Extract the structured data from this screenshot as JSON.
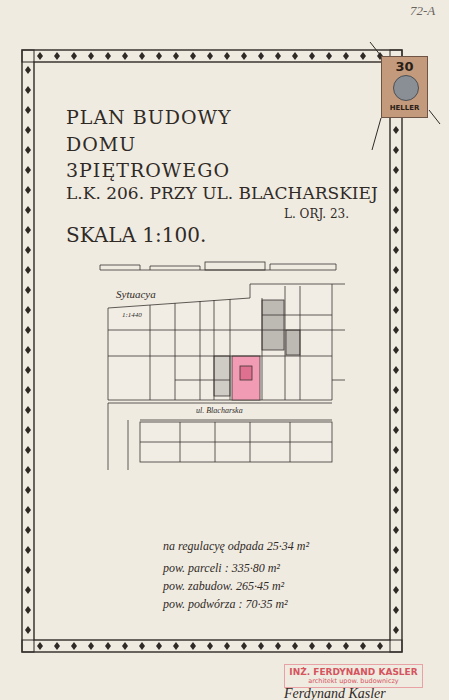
{
  "diagram": {
    "title": "PLAN BUDOWY DOMU 3PIĘTROWEGO",
    "nodes": [
      {
        "text": [
          "30",
          "HELLER"
        ]
      },
      {
        "text": [
          "INŻ. FERDYNAND KASLER",
          "architekt upow. budowniczy"
        ]
      }
    ],
    "labels": [
      "72-A",
      "L.K. 206. PRZY UL. BLACHARSKIEJ",
      "L. ORJ. 23.",
      "SKALA 1:100.",
      "Sytuacya",
      "1:1440",
      "ul. Blacharska",
      "na regulacyę odpada 25·34 m²",
      "pow. parceli : 335·80 m²",
      "pow. zabudow. 265·45 m²",
      "pow. podwórza : 70·35 m²",
      "Ferdynand Kasler"
    ]
  }
}
